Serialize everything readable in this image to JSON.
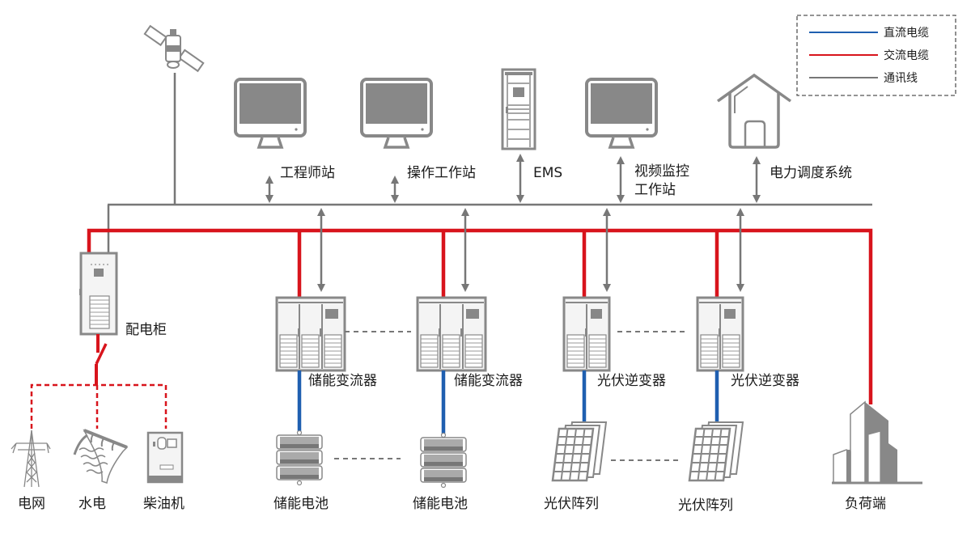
{
  "legend": {
    "items": [
      {
        "label": "直流电缆",
        "color": "#1f5fb0"
      },
      {
        "label": "交流电缆",
        "color": "#d8141c"
      },
      {
        "label": "通讯线",
        "color": "#777777"
      }
    ]
  },
  "colors": {
    "dc": "#1f5fb0",
    "ac": "#d8141c",
    "comm": "#777777",
    "device": "#888888",
    "device_light": "#f4f4f4"
  },
  "top_nodes": [
    {
      "id": "engineer",
      "label": "工程师站",
      "icon": "monitor-icon"
    },
    {
      "id": "operator",
      "label": "操作工作站",
      "icon": "monitor-icon"
    },
    {
      "id": "ems",
      "label": "EMS",
      "icon": "server-cabinet-icon"
    },
    {
      "id": "video",
      "label_line1": "视频监控",
      "label_line2": "工作站",
      "icon": "monitor-icon"
    },
    {
      "id": "dispatch",
      "label": "电力调度系统",
      "icon": "house-icon"
    }
  ],
  "satellite": {
    "icon": "satellite-icon"
  },
  "distribution_cabinet": {
    "label": "配电柜",
    "icon": "cabinet-icon"
  },
  "sources": [
    {
      "label": "电网",
      "icon": "power-tower-icon"
    },
    {
      "label": "水电",
      "icon": "hydro-dam-icon"
    },
    {
      "label": "柴油机",
      "icon": "diesel-generator-icon"
    }
  ],
  "converters": [
    {
      "label": "储能变流器",
      "icon": "pcs-cabinet-icon"
    },
    {
      "label": "储能变流器",
      "icon": "pcs-cabinet-icon"
    },
    {
      "label": "光伏逆变器",
      "icon": "inverter-cabinet-icon"
    },
    {
      "label": "光伏逆变器",
      "icon": "inverter-cabinet-icon"
    }
  ],
  "dc_devices": [
    {
      "label": "储能电池",
      "icon": "battery-stack-icon"
    },
    {
      "label": "储能电池",
      "icon": "battery-stack-icon"
    },
    {
      "label": "光伏阵列",
      "icon": "solar-panel-icon"
    },
    {
      "label": "光伏阵列",
      "icon": "solar-panel-icon"
    }
  ],
  "load": {
    "label": "负荷端",
    "icon": "building-icon"
  }
}
